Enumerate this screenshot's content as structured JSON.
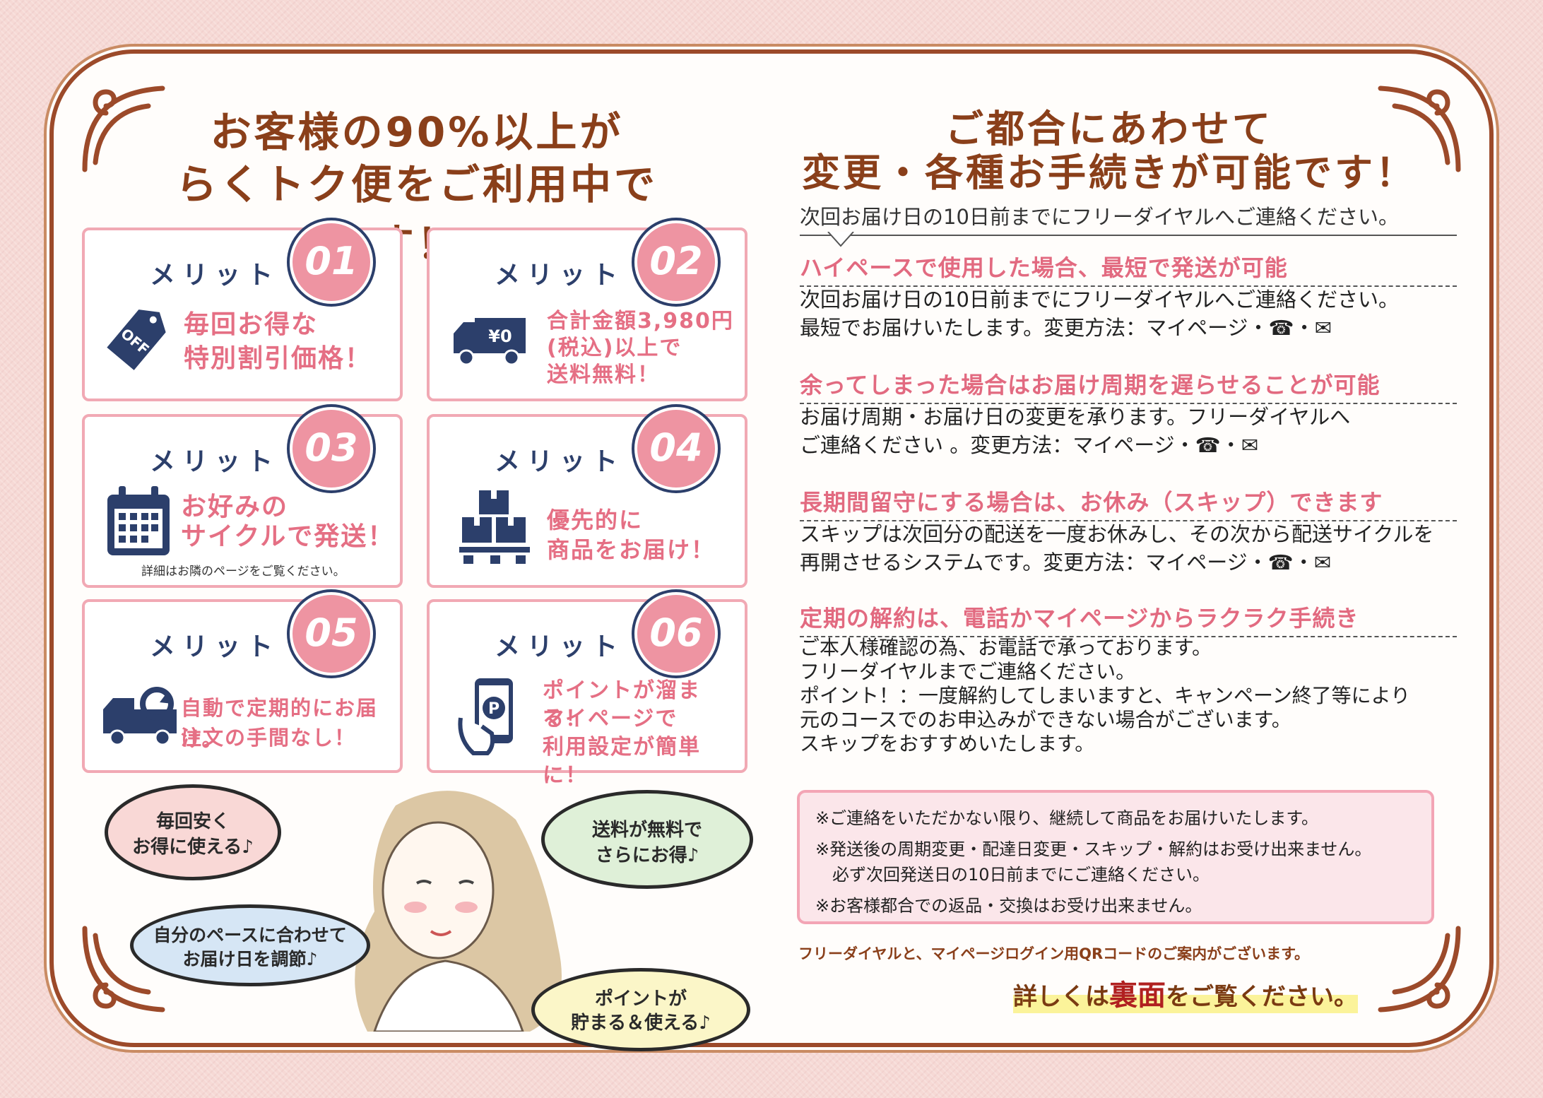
{
  "left": {
    "heading_line1": "お客様の90%以上が",
    "heading_line2": "らくトク便をご利用中です！",
    "merits": [
      {
        "label": "メリット",
        "num": "01",
        "text1": "毎回お得な",
        "text2": "特別割引価格！",
        "icon": "off-tag-icon"
      },
      {
        "label": "メリット",
        "num": "02",
        "text1": "合計金額3,980円",
        "text2": "(税込)以上で",
        "text3": "送料無料！",
        "icon": "delivery-truck-yen-icon"
      },
      {
        "label": "メリット",
        "num": "03",
        "text1": "お好みの",
        "text2": "サイクルで発送！",
        "note": "詳細はお隣のページをご覧ください。",
        "icon": "calendar-icon"
      },
      {
        "label": "メリット",
        "num": "04",
        "text1": "優先的に",
        "text2": "商品をお届け！",
        "icon": "boxes-pallet-icon"
      },
      {
        "label": "メリット",
        "num": "05",
        "text1": "自動で定期的にお届け。",
        "text2": "注文の手間なし！",
        "icon": "truck-cycle-icon"
      },
      {
        "label": "メリット",
        "num": "06",
        "text1": "ポイントが溜まる！",
        "text2": "マイページで",
        "text3": "利用設定が簡単に！",
        "icon": "phone-points-icon"
      }
    ],
    "bubbles": {
      "b1": [
        "毎回安く",
        "お得に使える♪"
      ],
      "b2": [
        "送料が無料で",
        "さらにお得♪"
      ],
      "b3": [
        "自分のペースに合わせて",
        "お届け日を調節♪"
      ],
      "b4": [
        "ポイントが",
        "貯まる＆使える♪"
      ]
    }
  },
  "right": {
    "heading_line1": "ご都合にあわせて",
    "heading_line2": "変更・各種お手続きが可能です！",
    "intro": "次回お届け日の10日前までにフリーダイヤルへご連絡ください。",
    "sections": [
      {
        "title": "ハイペースで使用した場合、最短で発送が可能",
        "lines": [
          "次回お届け日の10日前までにフリーダイヤルへご連絡ください。",
          "最短でお届けいたします。変更方法：マイページ・☎・✉"
        ]
      },
      {
        "title": "余ってしまった場合はお届け周期を遅らせることが可能",
        "lines": [
          "お届け周期・お届け日の変更を承ります。フリーダイヤルへ",
          "ご連絡ください 。変更方法：マイページ・☎・✉"
        ]
      },
      {
        "title": "長期間留守にする場合は、お休み（スキップ）できます",
        "lines": [
          "スキップは次回分の配送を一度お休みし、その次から配送サイクルを",
          "再開させるシステムです。変更方法：マイページ・☎・✉"
        ]
      },
      {
        "title": "定期の解約は、電話かマイページからラクラク手続き",
        "lines": [
          "ご本人様確認の為、お電話で承っております。",
          "フリーダイヤルまでご連絡ください。",
          "ポイント！：一度解約してしまいますと、キャンペーン終了等により",
          "元のコースでのお申込みができない場合がございます。",
          "スキップをおすすめいたします。"
        ]
      }
    ],
    "notes": [
      "※ご連絡をいただかない限り、継続して商品をお届けいたします。",
      "※発送後の周期変更・配達日変更・スキップ・解約はお受け出来ません。",
      "　必ず次回発送日の10日前までにご連絡ください。",
      "※お客様都合での返品・交換はお受け出来ません。"
    ],
    "footer_note": "フリーダイヤルと、マイページログイン用QRコードのご案内がございます。",
    "footer_cta_pre": "詳しくは",
    "footer_cta_em": "裏面",
    "footer_cta_post": "をご覧ください。"
  },
  "colors": {
    "brown": "#8a3f1a",
    "pink": "#e56f84",
    "navy": "#2c3f6b",
    "pinkBg": "#fbe6ea"
  }
}
